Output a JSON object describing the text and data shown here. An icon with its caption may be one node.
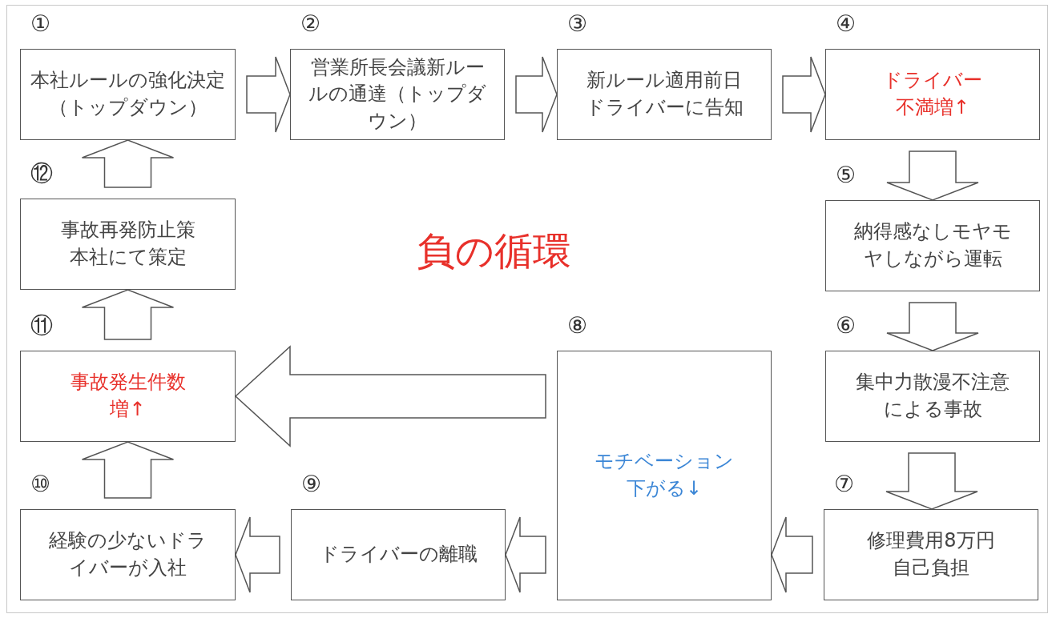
{
  "diagram": {
    "title": "負の循環",
    "nodes": [
      {
        "text": [
          "①",
          "本社ルールの強化決定（トップダウン）"
        ]
      },
      {
        "text": [
          "②",
          "営業所長会議新ルールの通達（トップダウン）"
        ]
      },
      {
        "text": [
          "③",
          "新ルール適用前日ドライバーに告知"
        ]
      },
      {
        "text": [
          "④",
          "ドライバー不満増↑"
        ]
      },
      {
        "text": [
          "⑤",
          "納得感なしモヤモヤしながら運転"
        ]
      },
      {
        "text": [
          "⑥",
          "集中力散漫不注意による事故"
        ]
      },
      {
        "text": [
          "⑦",
          "修理費用8万円自己負担"
        ]
      },
      {
        "text": [
          "⑧",
          "モチベーション下がる↓"
        ]
      },
      {
        "text": [
          "⑨",
          "ドライバーの離職"
        ]
      },
      {
        "text": [
          "⑩",
          "経験の少ないドライバーが入社"
        ]
      },
      {
        "text": [
          "⑪",
          "事故発生件数増↑"
        ]
      },
      {
        "text": [
          "⑫",
          "事故再発防止策本社にて策定"
        ]
      }
    ],
    "edges": [
      {
        "from": 0,
        "to": 1,
        "arrow": "to"
      },
      {
        "from": 1,
        "to": 2,
        "arrow": "to"
      },
      {
        "from": 2,
        "to": 3,
        "arrow": "to"
      },
      {
        "from": 3,
        "to": 4,
        "arrow": "to"
      },
      {
        "from": 4,
        "to": 5,
        "arrow": "to"
      },
      {
        "from": 5,
        "to": 6,
        "arrow": "to"
      },
      {
        "from": 6,
        "to": 7,
        "arrow": "to"
      },
      {
        "from": 7,
        "to": 10,
        "arrow": "to"
      },
      {
        "from": 7,
        "to": 8,
        "arrow": "to"
      },
      {
        "from": 8,
        "to": 9,
        "arrow": "to"
      },
      {
        "from": 9,
        "to": 10,
        "arrow": "to"
      },
      {
        "from": 10,
        "to": 11,
        "arrow": "to"
      },
      {
        "from": 11,
        "to": 0,
        "arrow": "to"
      }
    ]
  }
}
